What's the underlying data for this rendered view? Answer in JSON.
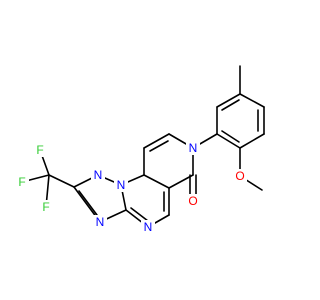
{
  "molecule": {
    "colors": {
      "bond": "#000000",
      "N": "#0000ff",
      "O": "#ff0000",
      "F": "#33cc33",
      "background": "#ffffff"
    },
    "atom_labels": {
      "n_triazole_top": "N",
      "n_bridge": "N",
      "n_triazole_bottom": "N",
      "n_pyrimidine": "N",
      "n_lactam": "N",
      "o_carbonyl": "O",
      "o_methoxy": "O",
      "f_1": "F",
      "f_2": "F",
      "f_3": "F"
    }
  }
}
